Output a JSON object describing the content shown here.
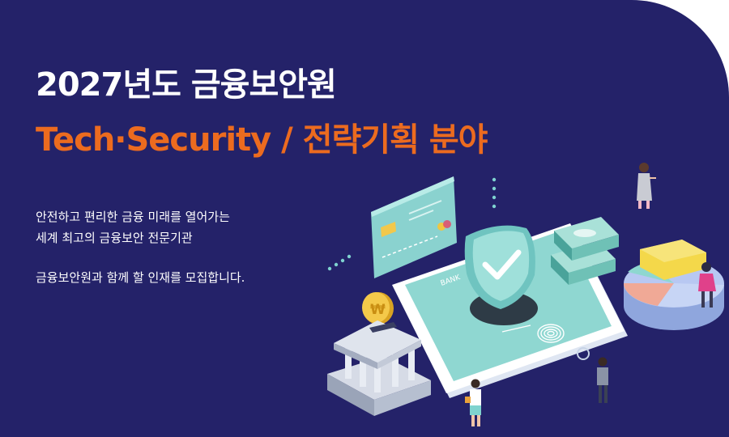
{
  "banner": {
    "title": "2027년도 금융보안원",
    "subtitle": "Tech·Security / 전략기획 분야",
    "accent_color": "#ec6b1f",
    "background_color": "#242269",
    "description_lines": [
      "안전하고 편리한 금융 미래를 열어가는",
      "세계 최고의 금융보안 전문기관"
    ],
    "recruit_text": "금융보안원과 함께 할 인재를 모집합니다."
  },
  "illustration": {
    "phone_label": "BANK",
    "coin_symbol": "₩",
    "icons": [
      "credit-card-icon",
      "shield-check-icon",
      "fingerprint-icon",
      "money-stack-icon",
      "bank-building-icon",
      "coin-icon",
      "pie-chart-icon"
    ]
  }
}
